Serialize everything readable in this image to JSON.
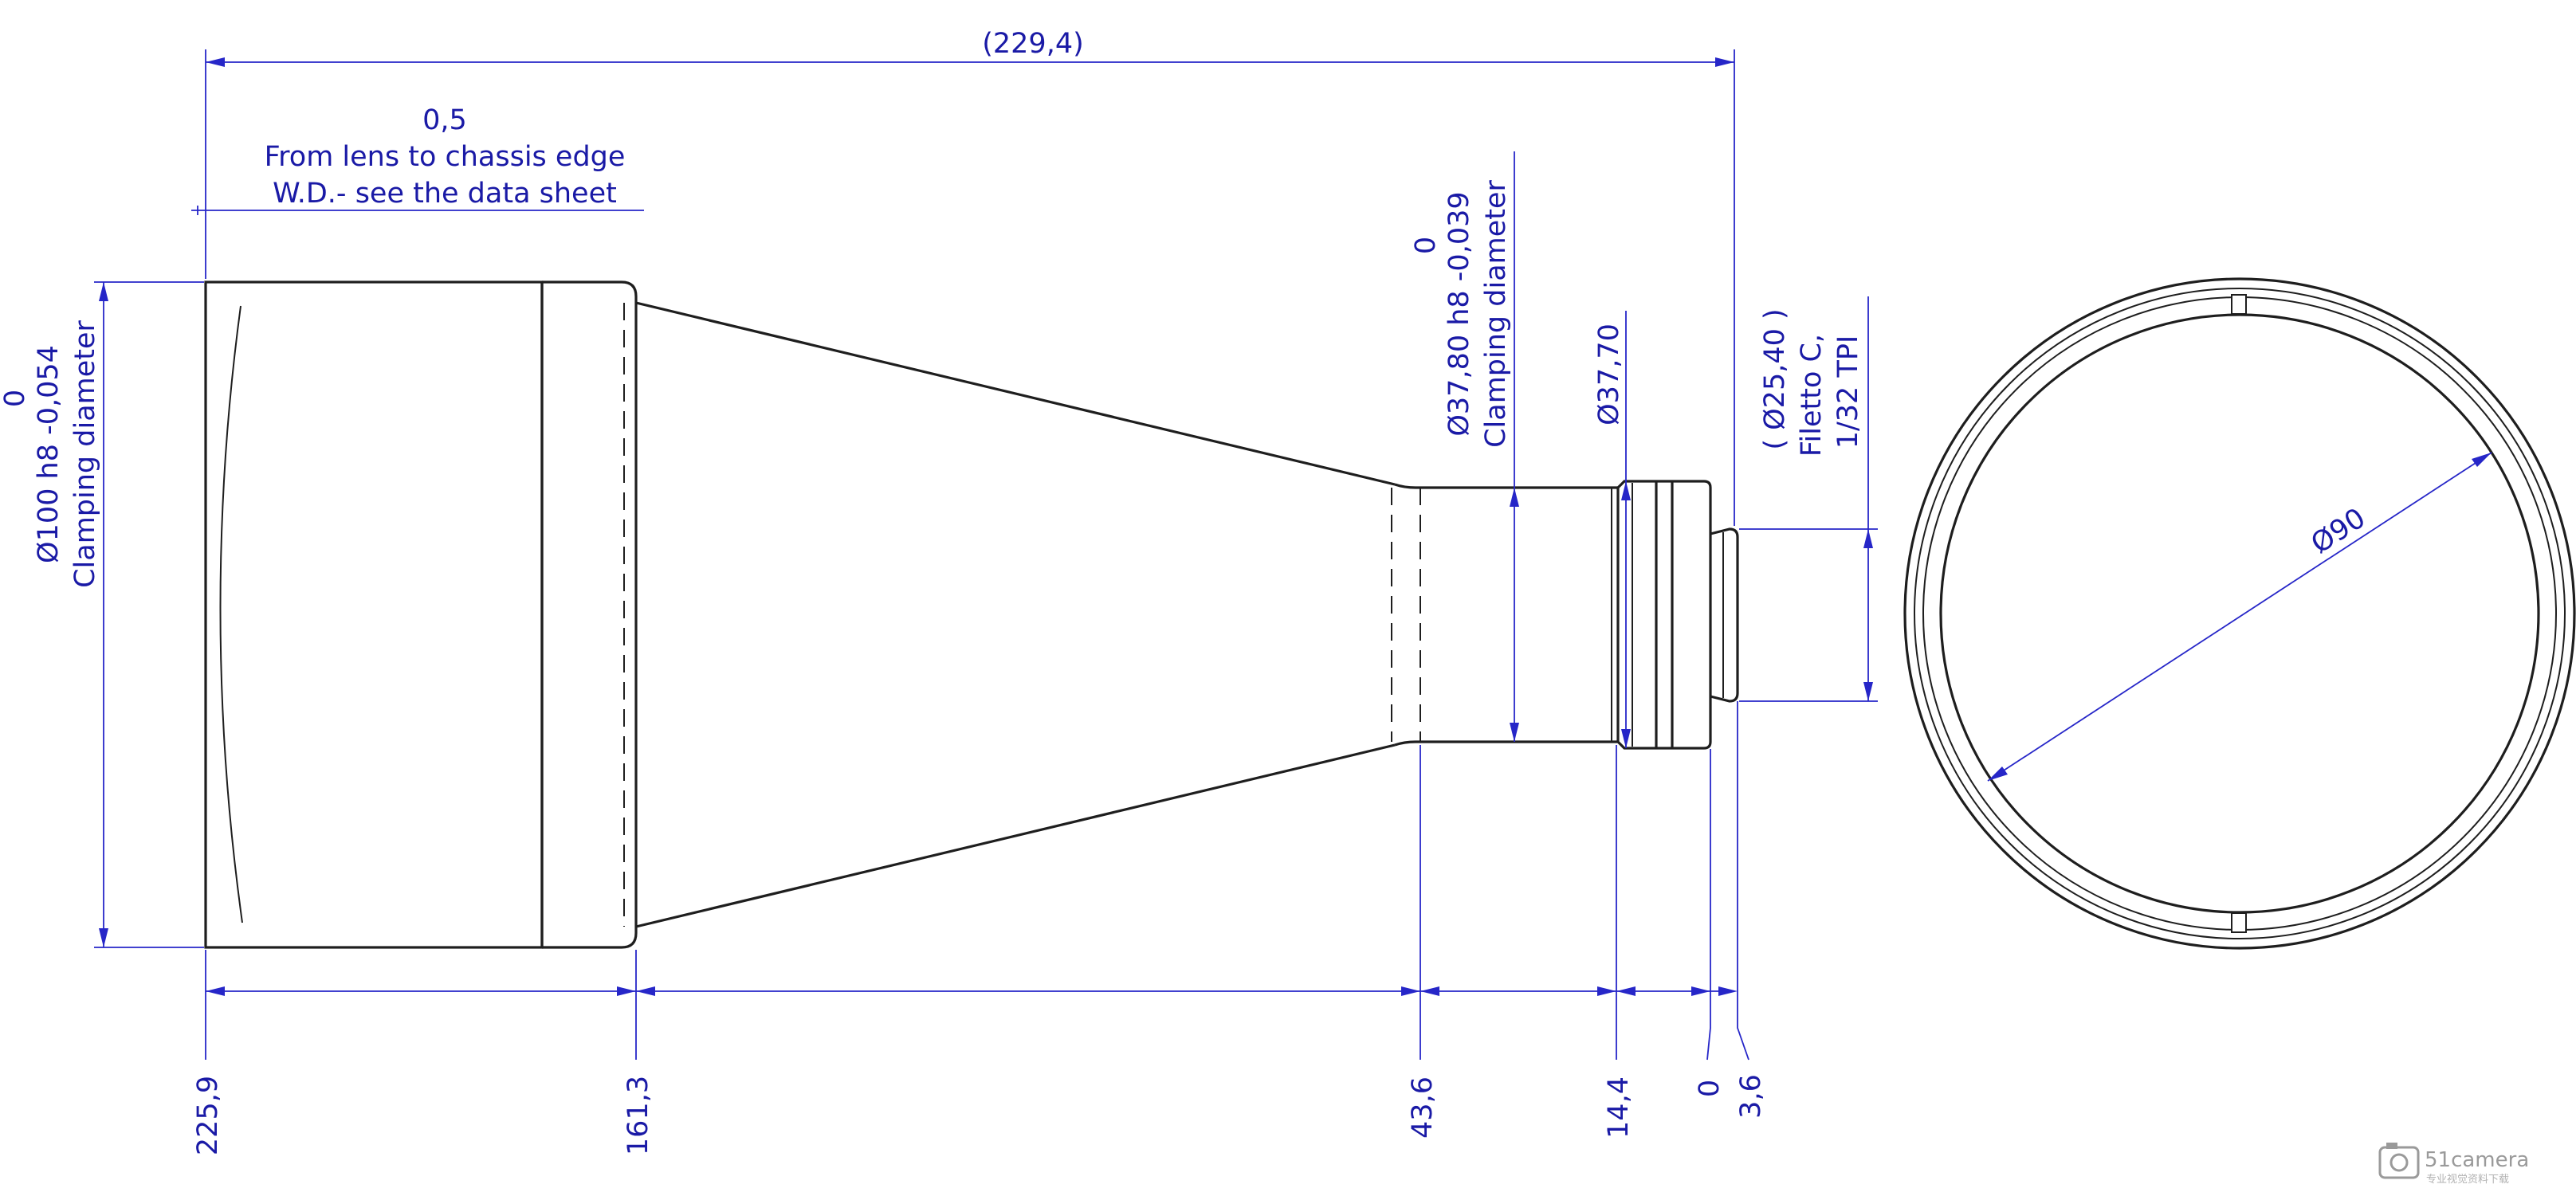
{
  "drawing": {
    "overall_length": "(229,4)",
    "working_distance": {
      "value": "0,5",
      "line1": "From lens to chassis edge",
      "line2": "W.D.- see the data sheet"
    },
    "front_clamp": {
      "tolerance_upper": "0",
      "spec": "Ø100 h8 -0,054",
      "label": "Clamping diameter"
    },
    "rear_clamp": {
      "tolerance_upper": "0",
      "spec": "Ø37,80 h8 -0,039",
      "label": "Clamping diameter"
    },
    "flange_diameter": "Ø37,70",
    "thread": {
      "spec": "( Ø25,40   )",
      "line1": "Filetto C,",
      "line2": "1/32 TPI"
    },
    "front_view_diameter": "Ø90",
    "bottom_positions": [
      "225,9",
      "161,3",
      "43,6",
      "14,4",
      "0",
      "3,6"
    ]
  },
  "watermark": {
    "brand": "51camera",
    "subtitle": "专业视觉资料下载"
  }
}
